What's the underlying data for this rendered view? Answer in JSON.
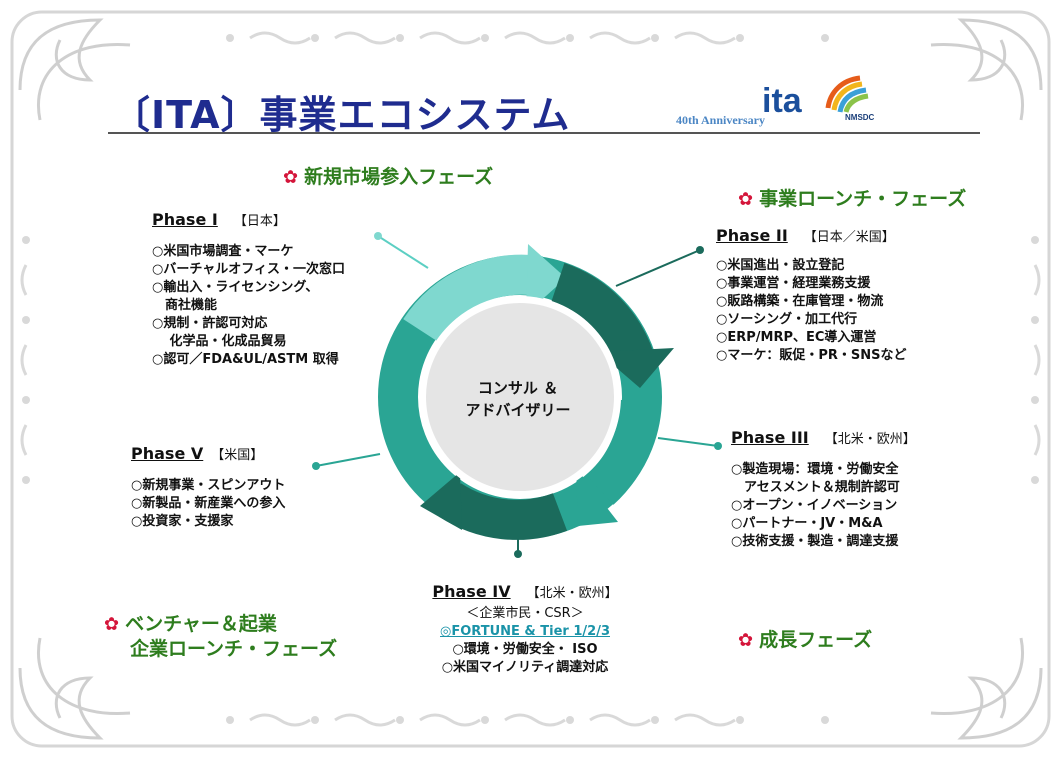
{
  "header": {
    "title": "〔ITA〕事業エコシステム",
    "logo_text": "ita",
    "anniversary": "40th Anniversary",
    "nmsdc": "NMSDC"
  },
  "stage_labels": {
    "market_entry": "新規市場参入フェーズ",
    "business_launch": "事業ローンチ・フェーズ",
    "growth": "成長フェーズ",
    "venture_line1": "ベンチャー＆起業",
    "venture_line2": "企業ローンチ・フェーズ"
  },
  "center": {
    "line1": "コンサル ＆",
    "line2": "アドバイザリー"
  },
  "phases": {
    "p1": {
      "title": "Phase I",
      "region": "【日本】",
      "items": [
        "○米国市場調査・マーケ",
        "○バーチャルオフィス・一次窓口",
        "○輸出入・ライセンシング、",
        "　商社機能",
        "○規制・許認可対応",
        "　 化学品・化成品貿易",
        "○認可／FDA&UL/ASTM 取得"
      ]
    },
    "p2": {
      "title": "Phase II",
      "region": "【日本／米国】",
      "items": [
        "○米国進出・設立登記",
        "○事業運営・経理業務支援",
        "○販路構築・在庫管理・物流",
        "○ソーシング・加工代行",
        "○ERP/MRP、EC導入運営",
        "○マーケ：販促・PR・SNSなど"
      ]
    },
    "p3": {
      "title": "Phase III",
      "region": "【北米・欧州】",
      "items": [
        "○製造現場：環境・労働安全",
        "　アセスメント＆規制許認可",
        "○オープン・イノベーション",
        "○パートナー・JV・M&A",
        "○技術支援・製造・調達支援"
      ]
    },
    "p4": {
      "title": "Phase IV",
      "region": "【北米・欧州】",
      "sub": "＜企業市民・CSR＞",
      "fortune": "◎FORTUNE & Tier 1/2/3",
      "items": [
        "○環境・労働安全・ ISO",
        "○米国マイノリティ調達対応"
      ]
    },
    "p5": {
      "title": "Phase V",
      "region": "【米国】",
      "items": [
        "○新規事業・スピンアウト",
        "○新製品・新産業への参入",
        "○投資家・支援家"
      ]
    }
  },
  "colors": {
    "title": "#1f2c8f",
    "stage_label": "#2e7d1e",
    "flower": "#d4153a",
    "ring_light": "#7fd8cf",
    "ring_mid": "#2aa594",
    "ring_dark": "#1b6b5c",
    "ring_inner": "#e5e5e5"
  }
}
